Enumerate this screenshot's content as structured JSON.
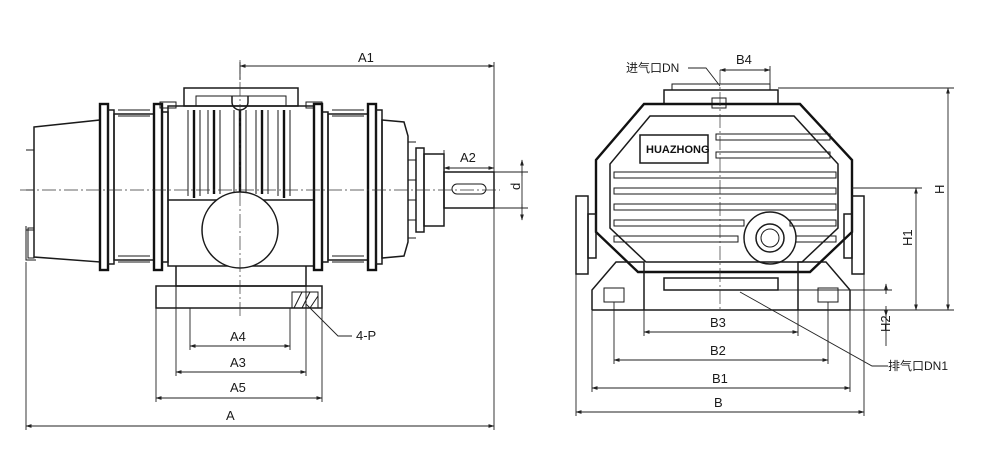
{
  "colors": {
    "line": "#1a1a1a",
    "background": "#ffffff"
  },
  "front_view": {
    "labels": {
      "A1": "A1",
      "A2": "A2",
      "d": "d",
      "A4": "A4",
      "A3": "A3",
      "A5": "A5",
      "A": "A",
      "holes": "4-P"
    }
  },
  "side_view": {
    "brand": "HUAZHONG",
    "labels": {
      "inlet": "进气口DN",
      "B4": "B4",
      "H": "H",
      "H1": "H1",
      "H2": "H2",
      "B3": "B3",
      "B2": "B2",
      "B1": "B1",
      "B": "B",
      "outlet": "排气口DN1"
    }
  }
}
